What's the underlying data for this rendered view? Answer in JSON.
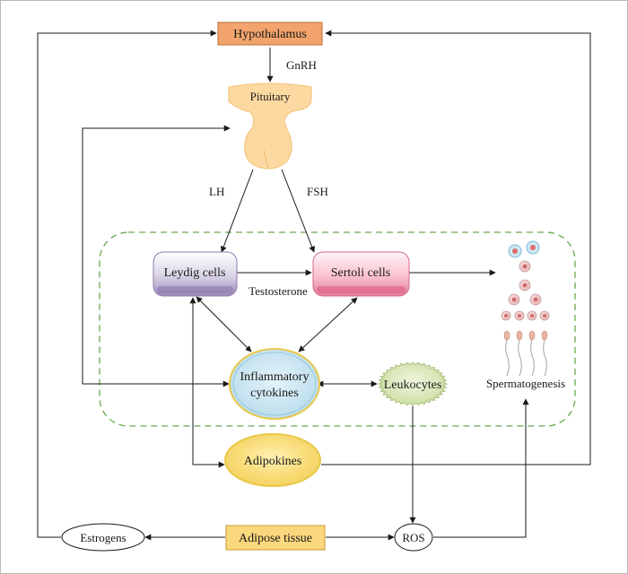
{
  "nodes": {
    "hypothalamus": "Hypothalamus",
    "pituitary": "Pituitary",
    "leydig": "Leydig cells",
    "sertoli": "Sertoli cells",
    "inflammatory_line1": "Inflammatory",
    "inflammatory_line2": "cytokines",
    "leukocytes": "Leukocytes",
    "adipokines": "Adipokines",
    "adipose": "Adipose tissue",
    "estrogens": "Estrogens",
    "ros": "ROS",
    "spermatogenesis": "Spermatogenesis"
  },
  "edge_labels": {
    "gnrh": "GnRH",
    "lh": "LH",
    "fsh": "FSH",
    "testosterone": "Testosterone"
  },
  "colors": {
    "hypothalamus_fill": "#f2a46c",
    "adipose_fill": "#fbd77d",
    "pituitary_fill": "#fcd9a0",
    "leydig_fill": "#d9d4e6",
    "sertoli_fill": "#f9c2cf",
    "cytokine_fill": "#cfe8f3",
    "leukocyte_fill": "#e3ecc5",
    "adipokine_fill": "#fbe08a",
    "dashed_region": "#6aa84f"
  }
}
